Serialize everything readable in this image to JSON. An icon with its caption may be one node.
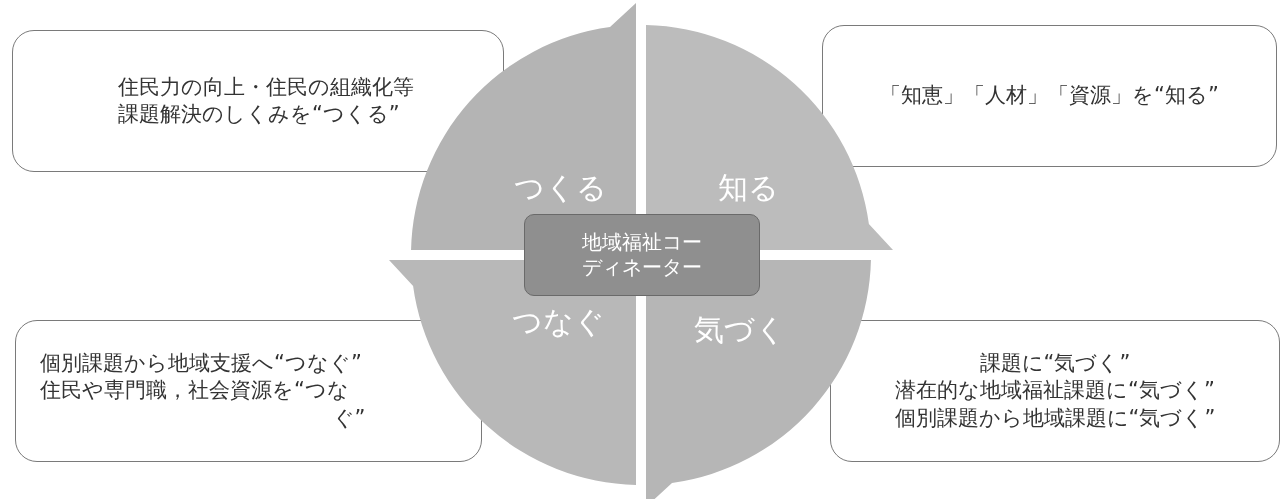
{
  "diagram": {
    "nodes": [
      {
        "text": [
          "住民力の向上・住民の組織化等課題解決のしくみを“つくる”"
        ]
      },
      {
        "text": [
          "「知恵」「人材」「資源」を“知る”"
        ]
      },
      {
        "text": [
          "つくる"
        ]
      },
      {
        "text": [
          "知る"
        ]
      },
      {
        "text": [
          "地域福祉コーディネーター"
        ]
      },
      {
        "text": [
          "つなぐ"
        ]
      },
      {
        "text": [
          "気づく"
        ]
      },
      {
        "text": [
          "個別課題から地域支援へ“つなぐ”",
          "住民や専門職，社会資源を“つなぐ”"
        ]
      },
      {
        "text": [
          "課題に“気づく”",
          "潜在的な地域福祉課題に“気づく”",
          "個別課題から地域課題に“気づく”"
        ]
      }
    ]
  }
}
